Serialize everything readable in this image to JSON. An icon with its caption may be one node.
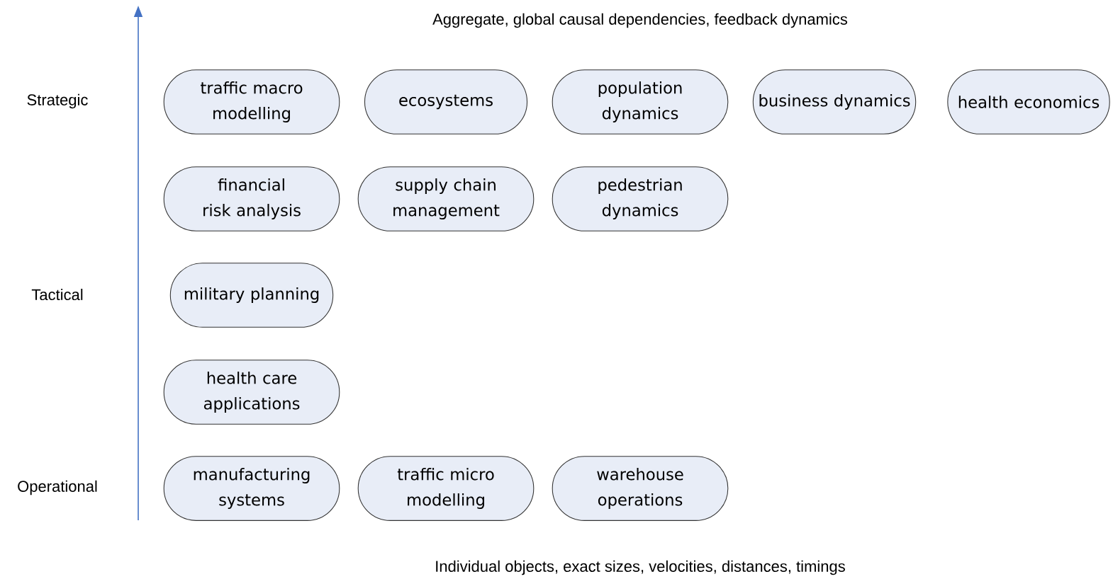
{
  "diagram": {
    "nodes": [
      {
        "text": [
          "traffic macro modelling"
        ]
      },
      {
        "text": [
          "ecosystems"
        ]
      },
      {
        "text": [
          "population dynamics"
        ]
      },
      {
        "text": [
          "business dynamics"
        ]
      },
      {
        "text": [
          "health economics"
        ]
      },
      {
        "text": [
          "financial risk analysis"
        ]
      },
      {
        "text": [
          "supply chain management"
        ]
      },
      {
        "text": [
          "pedestrian dynamics"
        ]
      },
      {
        "text": [
          "military planning"
        ]
      },
      {
        "text": [
          "health care applications"
        ]
      },
      {
        "text": [
          "manufacturing systems"
        ]
      },
      {
        "text": [
          "traffic micro modelling"
        ]
      },
      {
        "text": [
          "warehouse operations"
        ]
      }
    ],
    "labels": [
      "Aggregate, global causal dependencies, feedback dynamics",
      "Strategic",
      "Tactical",
      "Operational",
      "Individual objects, exact sizes, velocities, distances, timings"
    ]
  }
}
